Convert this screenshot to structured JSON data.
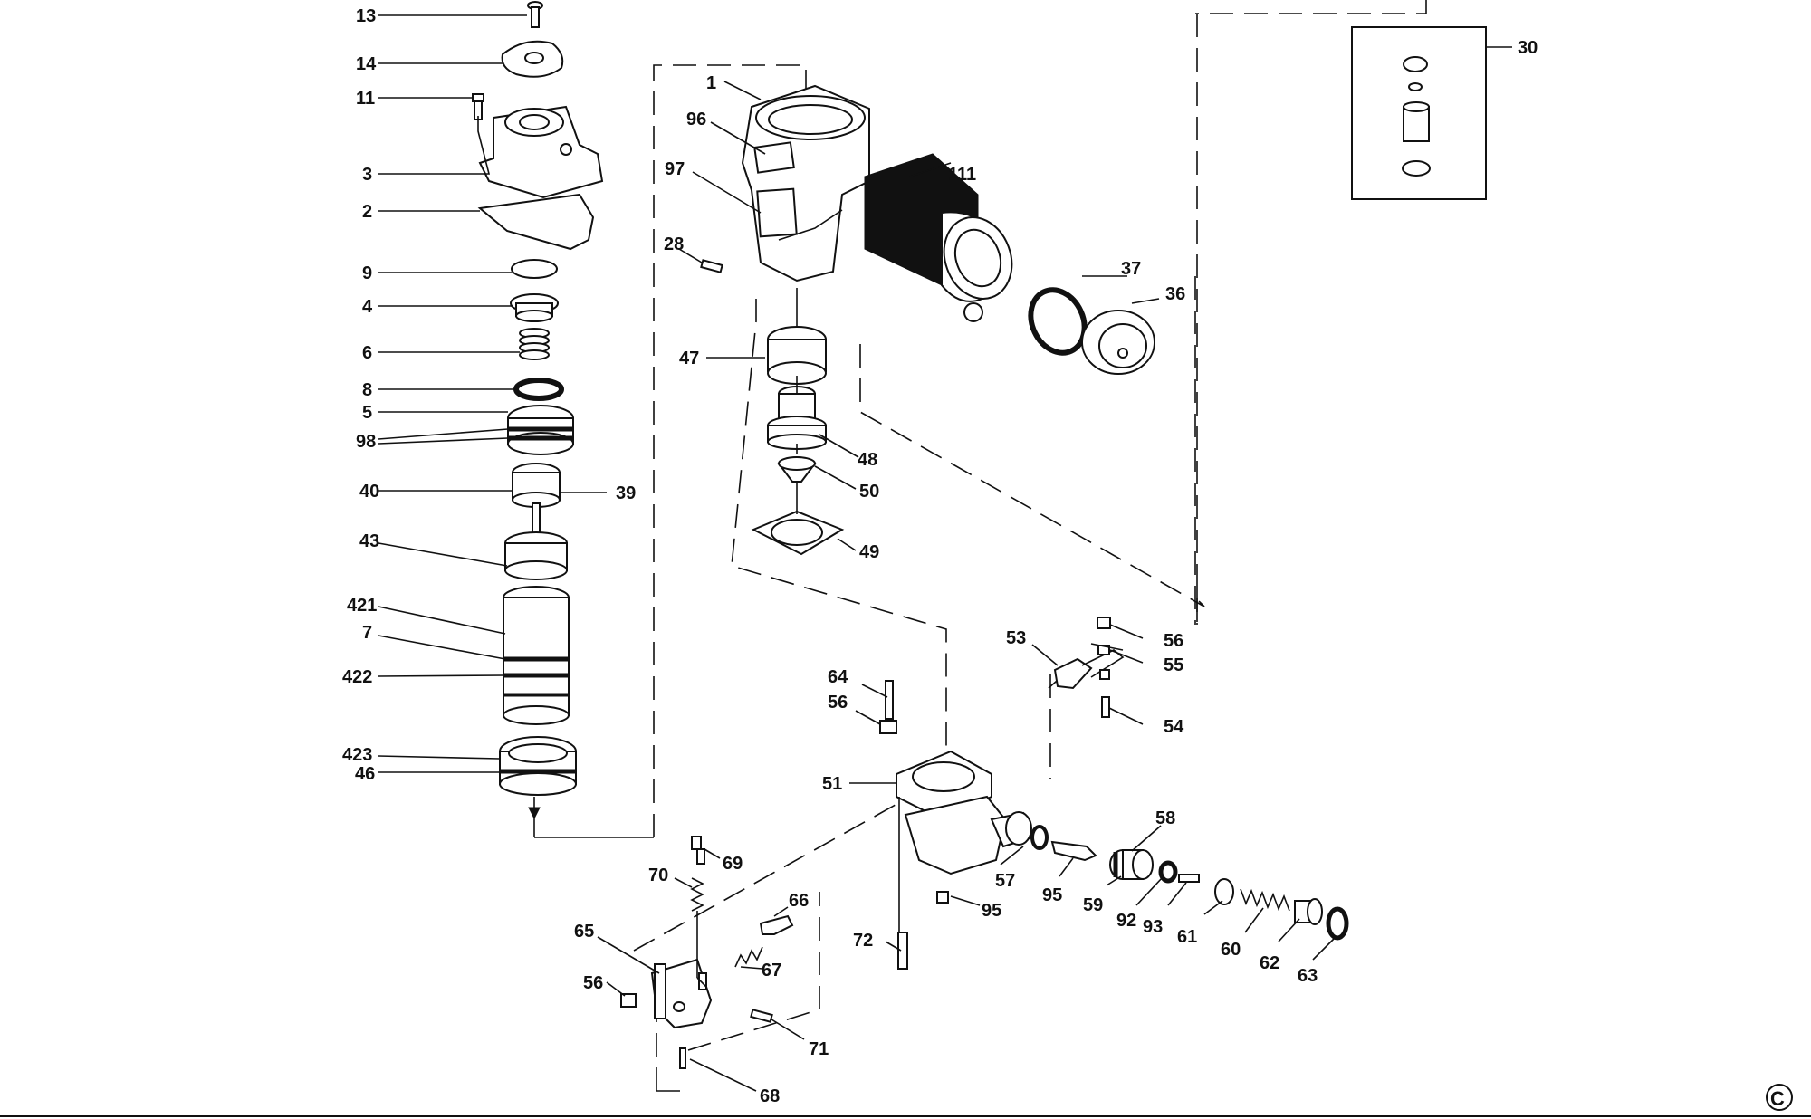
{
  "diagram": {
    "copyright_symbol": "C",
    "callouts": [
      {
        "id": "13",
        "text": "13"
      },
      {
        "id": "14",
        "text": "14"
      },
      {
        "id": "11",
        "text": "11"
      },
      {
        "id": "3",
        "text": "3"
      },
      {
        "id": "2",
        "text": "2"
      },
      {
        "id": "9",
        "text": "9"
      },
      {
        "id": "4",
        "text": "4"
      },
      {
        "id": "6",
        "text": "6"
      },
      {
        "id": "8",
        "text": "8"
      },
      {
        "id": "5",
        "text": "5"
      },
      {
        "id": "98",
        "text": "98"
      },
      {
        "id": "40",
        "text": "40"
      },
      {
        "id": "39",
        "text": "39"
      },
      {
        "id": "43",
        "text": "43"
      },
      {
        "id": "421",
        "text": "421"
      },
      {
        "id": "7",
        "text": "7"
      },
      {
        "id": "422",
        "text": "422"
      },
      {
        "id": "423",
        "text": "423"
      },
      {
        "id": "46",
        "text": "46"
      },
      {
        "id": "1",
        "text": "1"
      },
      {
        "id": "96",
        "text": "96"
      },
      {
        "id": "97",
        "text": "97"
      },
      {
        "id": "111",
        "text": "111"
      },
      {
        "id": "28",
        "text": "28"
      },
      {
        "id": "37",
        "text": "37"
      },
      {
        "id": "36",
        "text": "36"
      },
      {
        "id": "47",
        "text": "47"
      },
      {
        "id": "48",
        "text": "48"
      },
      {
        "id": "50",
        "text": "50"
      },
      {
        "id": "49",
        "text": "49"
      },
      {
        "id": "30",
        "text": "30"
      },
      {
        "id": "53",
        "text": "53"
      },
      {
        "id": "56a",
        "text": "56"
      },
      {
        "id": "55",
        "text": "55"
      },
      {
        "id": "54",
        "text": "54"
      },
      {
        "id": "64",
        "text": "64"
      },
      {
        "id": "56b",
        "text": "56"
      },
      {
        "id": "51",
        "text": "51"
      },
      {
        "id": "58",
        "text": "58"
      },
      {
        "id": "57",
        "text": "57"
      },
      {
        "id": "95a",
        "text": "95"
      },
      {
        "id": "95b",
        "text": "95"
      },
      {
        "id": "59",
        "text": "59"
      },
      {
        "id": "92",
        "text": "92"
      },
      {
        "id": "93",
        "text": "93"
      },
      {
        "id": "61",
        "text": "61"
      },
      {
        "id": "60",
        "text": "60"
      },
      {
        "id": "62",
        "text": "62"
      },
      {
        "id": "63",
        "text": "63"
      },
      {
        "id": "69",
        "text": "69"
      },
      {
        "id": "70",
        "text": "70"
      },
      {
        "id": "66",
        "text": "66"
      },
      {
        "id": "65",
        "text": "65"
      },
      {
        "id": "67",
        "text": "67"
      },
      {
        "id": "56c",
        "text": "56"
      },
      {
        "id": "72",
        "text": "72"
      },
      {
        "id": "71",
        "text": "71"
      },
      {
        "id": "68",
        "text": "68"
      }
    ]
  }
}
